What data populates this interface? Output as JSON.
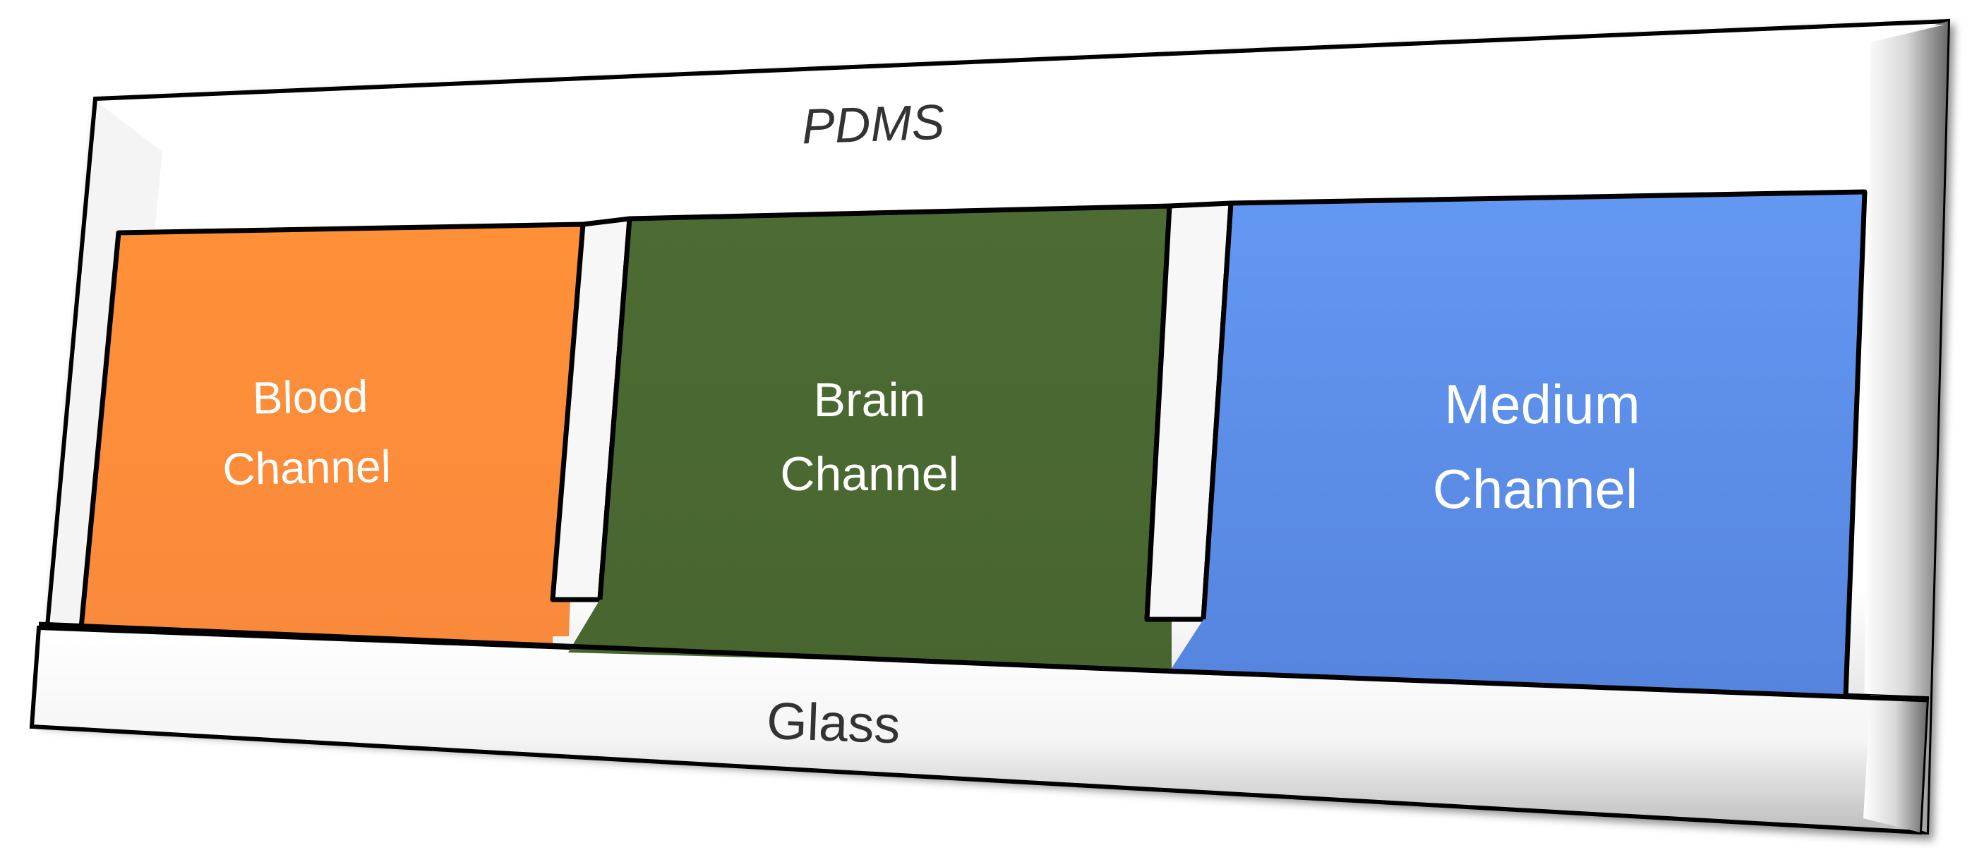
{
  "layers": {
    "top": {
      "label": "PDMS",
      "color": "#ffffff"
    },
    "bottom": {
      "label": "Glass",
      "color": "#ffffff"
    }
  },
  "channels": [
    {
      "id": "blood",
      "line1": "Blood",
      "line2": "Channel",
      "color": "#ff8c3a"
    },
    {
      "id": "brain",
      "line1": "Brain",
      "line2": "Channel",
      "color": "#4a6b32"
    },
    {
      "id": "medium",
      "line1": "Medium",
      "line2": "Channel",
      "color": "#5b8ee8"
    }
  ],
  "colors": {
    "outline": "#000000",
    "label_dark": "#333333",
    "label_light": "#ffffff"
  }
}
